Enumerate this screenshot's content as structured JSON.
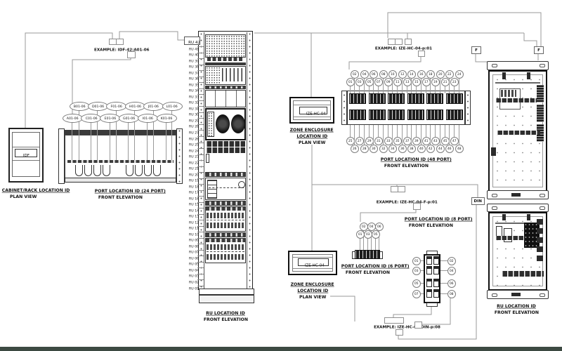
{
  "meta": {
    "bottom_bar_color": "#3d4a42",
    "wire_color": "#9a9a9a"
  },
  "examples": {
    "idf": "EXAMPLE: IDF-42:A01-06",
    "ize_p": "EXAMPLE: IZE-HC-04-p:01",
    "ize_f": "EXAMPLE: IZE-HC-04-F-p:01",
    "ize_din": "EXAMPLE: IZE-HC-04-DIN-p:08"
  },
  "cabinet_plan": {
    "id": "IDF",
    "caption": [
      "CABINET/RACK LOCATION ID",
      "PLAN VIEW"
    ]
  },
  "panel24": {
    "caption": [
      "PORT LOCATION ID (24 PORT)",
      "FRONT ELEVATION"
    ],
    "ports_upper": [
      "B01-06",
      "D01-06",
      "F01-06",
      "H01-06",
      "J01-06",
      "L01-06"
    ],
    "ports_lower": [
      "A01-06",
      "C01-06",
      "E01-06",
      "G01-06",
      "I01-06",
      "K01-06"
    ]
  },
  "rack": {
    "ru_boxed": "RU 42",
    "ru_labels": [
      "RU 41",
      "RU 40",
      "RU 39",
      "RU 38",
      "RU 37",
      "RU 36",
      "RU 35",
      "RU 34",
      "RU 33",
      "RU 32",
      "RU 31",
      "RU 30",
      "RU 29",
      "RU 28",
      "RU 27",
      "RU 26",
      "RU 25",
      "RU 24",
      "RU 23",
      "RU 22",
      "RU 21",
      "RU 20",
      "RU 19",
      "RU 18",
      "RU 17",
      "RU 16",
      "RU 15",
      "RU 14",
      "RU 13",
      "RU 12",
      "RU 11",
      "RU 10",
      "RU 09",
      "RU 08",
      "RU 07",
      "RU 06",
      "RU 05",
      "RU 04",
      "RU 03",
      "RU 02",
      "RU 01"
    ],
    "caption": [
      "RU LOCATION ID",
      "FRONT ELEVATION"
    ]
  },
  "zone1": {
    "id": "IZE-HC-04",
    "caption": [
      "ZONE ENCLOSURE",
      "LOCATION ID",
      "PLAN VIEW"
    ]
  },
  "panel48": {
    "caption": [
      "PORT LOCATION ID (48 PORT)",
      "FRONT ELEVATION"
    ],
    "top_even": [
      "02",
      "04",
      "06",
      "08",
      "10",
      "12",
      "14",
      "16",
      "18",
      "20",
      "22",
      "24"
    ],
    "top_odd": [
      "01",
      "03",
      "05",
      "07",
      "09",
      "11",
      "13",
      "15",
      "17",
      "19",
      "21",
      "23"
    ],
    "bottom_odd": [
      "25",
      "27",
      "29",
      "31",
      "33",
      "35",
      "37",
      "39",
      "41",
      "43",
      "45",
      "47"
    ],
    "bottom_even": [
      "26",
      "28",
      "30",
      "32",
      "34",
      "36",
      "38",
      "40",
      "42",
      "44",
      "46",
      "48"
    ]
  },
  "panel8_caption": [
    "PORT LOCATION ID (8 PORT)",
    "FRONT ELEVATION"
  ],
  "panel6": {
    "caption": [
      "PORT LOCATION ID (6 PORT)",
      "FRONT ELEVATION"
    ],
    "top": [
      "02",
      "04",
      "06"
    ],
    "bottom": [
      "01",
      "03",
      "05"
    ]
  },
  "zone2": {
    "id": "IZE-HC-04",
    "caption": [
      "ZONE ENCLOSURE",
      "LOCATION ID",
      "PLAN VIEW"
    ]
  },
  "din_device": {
    "left": [
      "01",
      "03",
      "05",
      "07"
    ],
    "right": [
      "02",
      "04",
      "06",
      "08"
    ]
  },
  "tags": {
    "f1": "F",
    "f2": "F",
    "din": "DIN"
  },
  "enclosure_caption": [
    "RU LOCATION ID",
    "FRONT ELEVATION"
  ]
}
